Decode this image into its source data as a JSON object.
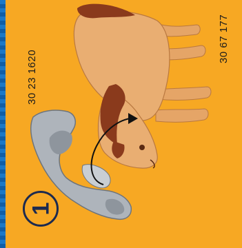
{
  "instruction_page": {
    "part_numbers": {
      "saddle": "30 23 1620",
      "horse": "30 67 177"
    },
    "step": {
      "number": "1"
    }
  },
  "colors": {
    "background": "#f7a823",
    "edge_blue": "#1a78c8",
    "horse_body": "#e5a567",
    "horse_mane": "#8a3a1c",
    "saddle_grey": "#aeb4bb",
    "badge": "#1c2a4f"
  },
  "icons": {
    "arrow": "curved-arrow-icon"
  }
}
